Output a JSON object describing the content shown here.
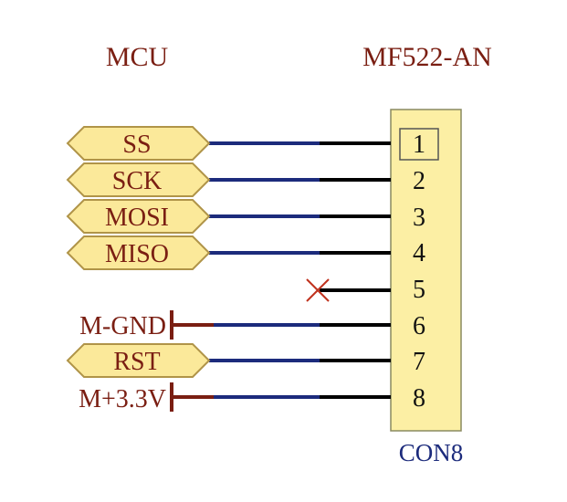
{
  "header": {
    "left_label": "MCU",
    "right_label": "MF522-AN"
  },
  "connector": {
    "name": "CON8",
    "pins": [
      "1",
      "2",
      "3",
      "4",
      "5",
      "6",
      "7",
      "8"
    ]
  },
  "ports": [
    {
      "label": "SS",
      "pin": "1"
    },
    {
      "label": "SCK",
      "pin": "2"
    },
    {
      "label": "MOSI",
      "pin": "3"
    },
    {
      "label": "MISO",
      "pin": "4"
    },
    {
      "label": "RST",
      "pin": "7"
    }
  ],
  "power_labels": [
    {
      "label": "M-GND",
      "pin": "6"
    },
    {
      "label": "M+3.3V",
      "pin": "8"
    }
  ],
  "no_connect_pin": "5",
  "colors": {
    "title_text": "#7a1e12",
    "port_fill": "#fbe99a",
    "port_stroke": "#b09448",
    "port_text": "#7a1e12",
    "wire": "#1c2b7c",
    "pin_line": "#000000",
    "power_bar": "#7a1e12",
    "connector_fill": "#fcefa4",
    "connector_stroke": "#8a8a60",
    "connector_name": "#1c2b7c",
    "no_connect": "#c0321e"
  }
}
